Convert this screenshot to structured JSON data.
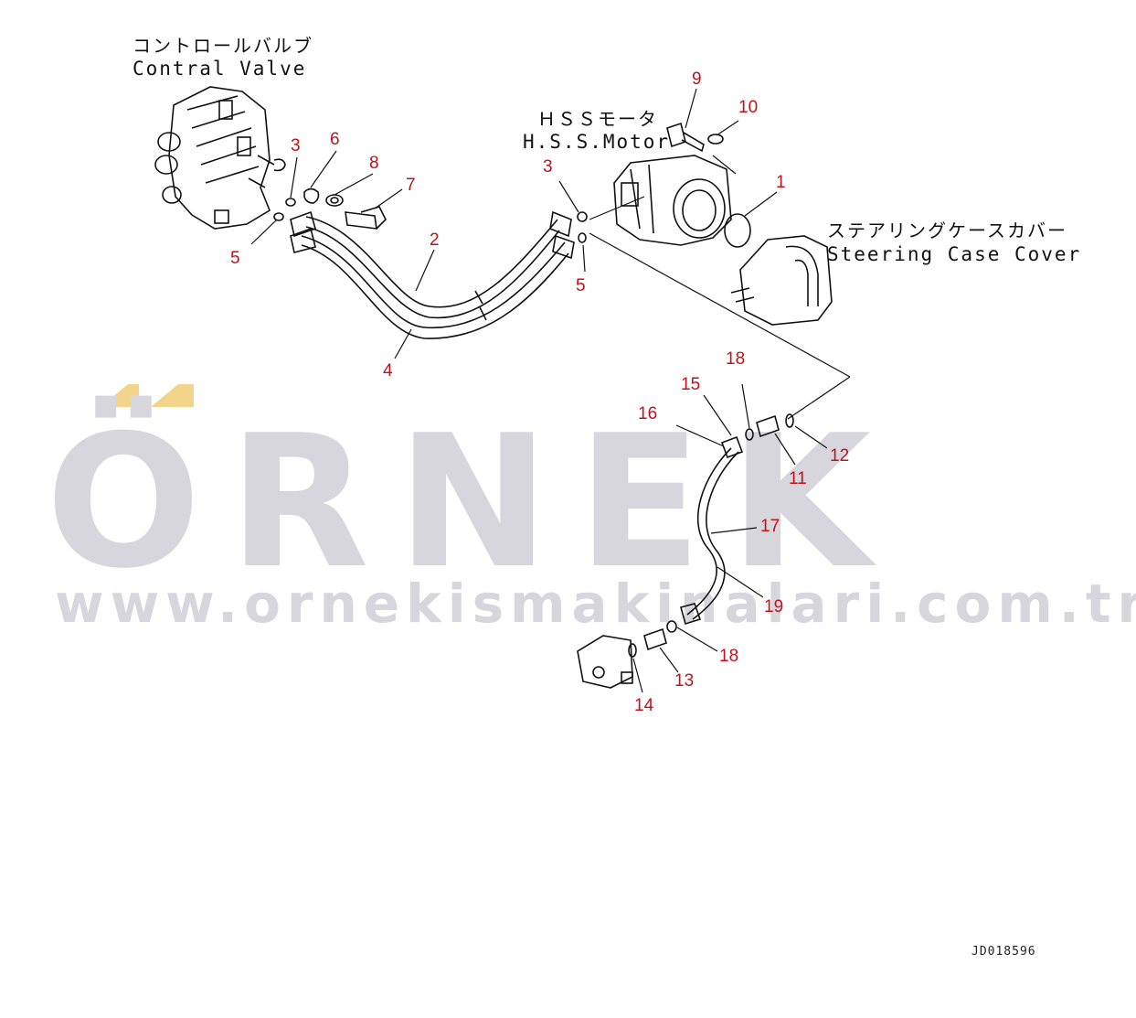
{
  "watermark": {
    "brand": "ÖRNEK",
    "url": "www.ornekismakinalari.com.tr",
    "accent_color": "#f2d48a",
    "text_color": "#d7d6dc"
  },
  "components": {
    "control_valve": {
      "jp": "コントロールバルブ",
      "en": "Contral Valve"
    },
    "hss_motor": {
      "jp": "ＨＳＳモータ",
      "en": "H.S.S.Motor"
    },
    "steering_case_cover": {
      "jp": "ステアリングケースカバー",
      "en": "Steering Case Cover"
    }
  },
  "callouts": [
    "1",
    "2",
    "3",
    "3",
    "4",
    "5",
    "5",
    "6",
    "7",
    "8",
    "9",
    "10",
    "11",
    "12",
    "13",
    "14",
    "15",
    "16",
    "17",
    "18",
    "18",
    "19"
  ],
  "drawing_number": "JD018596",
  "colors": {
    "callout": "#c0121b",
    "line": "#111111"
  }
}
